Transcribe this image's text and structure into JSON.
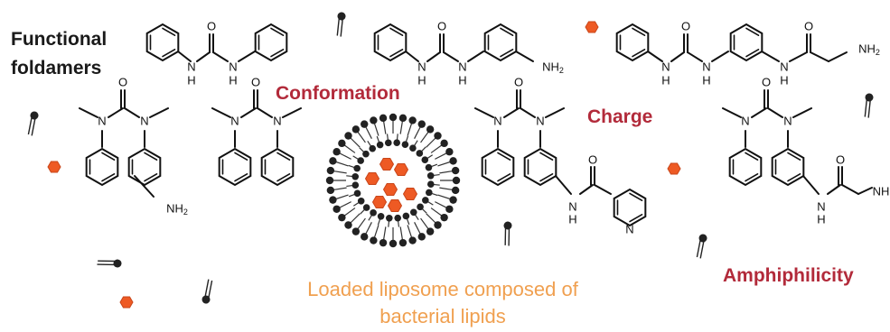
{
  "labels": {
    "title_line1": "Functional",
    "title_line2": "foldamers",
    "conformation": "Conformation",
    "charge": "Charge",
    "amphiphilicity": "Amphiphilicity",
    "liposome_line1": "Loaded liposome composed of",
    "liposome_line2": "bacterial lipids"
  },
  "atoms": {
    "N": "N",
    "H": "H",
    "O": "O",
    "NH": "NH",
    "NH2": "NH",
    "two": "2"
  },
  "colors": {
    "text_dark": "#1a1a1a",
    "accent_red": "#b22a3a",
    "liposome_label": "#f0a050",
    "cargo_hexagon": "#ee5a24",
    "lipid_head": "#222222"
  }
}
